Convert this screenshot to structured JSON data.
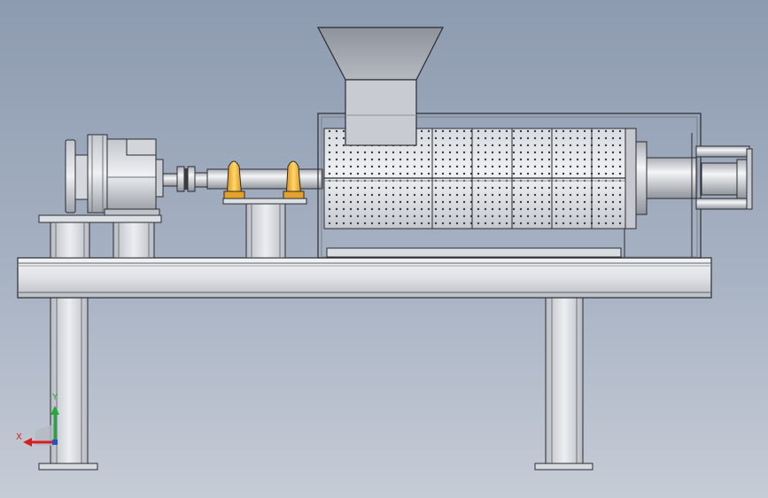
{
  "viewport": {
    "background_top": "#8d9bb0",
    "background_bottom": "#c6ccd6"
  },
  "model": {
    "parts": [
      "frame-beam",
      "left-leg",
      "right-leg",
      "motor-stand",
      "gear-motor",
      "coupling",
      "drive-shaft",
      "bearing-block",
      "bearing-pedestal",
      "feed-hopper",
      "screen-drum",
      "outlet-cylinder"
    ],
    "colors": {
      "steel_light": "#e4e6ea",
      "steel_mid": "#c9ccd2",
      "steel_dark": "#8e939b",
      "outline": "#2a2c30",
      "bearing_yellow": "#f2b233",
      "perforation": "#3a3c40"
    }
  },
  "triad": {
    "x_label": "X",
    "y_label": "Y",
    "x_color": "#d81e1e",
    "y_color": "#23a83a",
    "z_color": "#2452c8"
  }
}
